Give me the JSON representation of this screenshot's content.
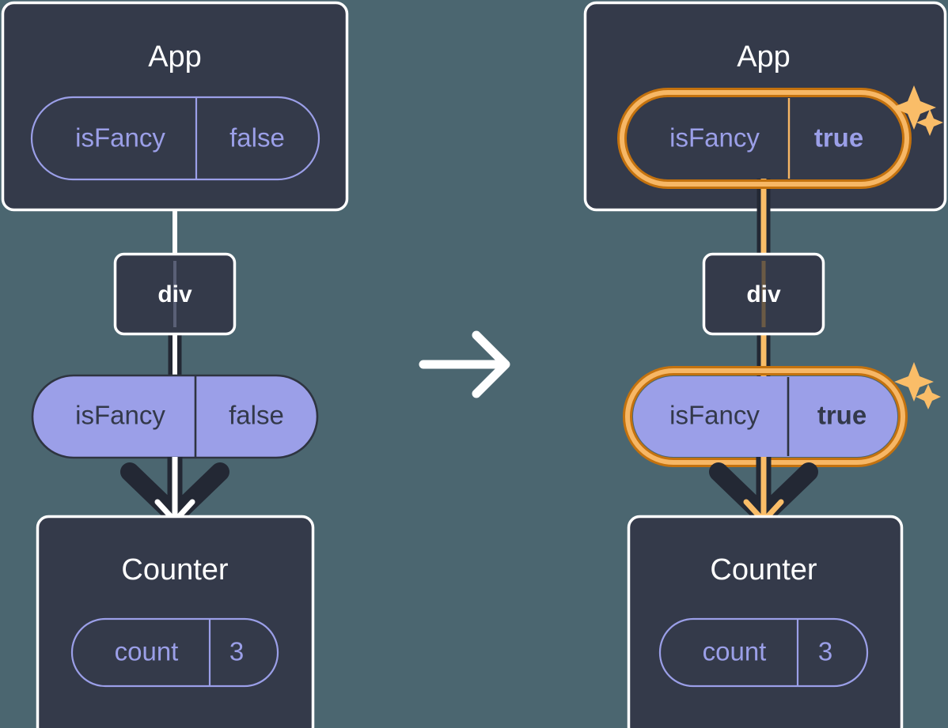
{
  "meta": {
    "background_color": "#4b6670",
    "node_fill": "#343a4a",
    "node_stroke": "#ffffff",
    "accent_purple": "#9b9fe8",
    "accent_orange_outer": "#c4720e",
    "accent_orange_inner": "#f7b765",
    "wire_dark": "#232834"
  },
  "transition": {
    "arrow_icon": "arrow-right-icon",
    "label": "→"
  },
  "left": {
    "app": {
      "title": "App",
      "state": {
        "key": "isFancy",
        "value": "false",
        "highlighted": false,
        "bold_value": false
      }
    },
    "div": {
      "title": "div"
    },
    "prop": {
      "key": "isFancy",
      "value": "false",
      "highlighted": false,
      "bold_value": false
    },
    "counter": {
      "title": "Counter",
      "state": {
        "key": "count",
        "value": "3",
        "highlighted": false,
        "bold_value": false
      }
    }
  },
  "right": {
    "app": {
      "title": "App",
      "state": {
        "key": "isFancy",
        "value": "true",
        "highlighted": true,
        "bold_value": true
      },
      "sparkle_icon": "sparkles-icon"
    },
    "div": {
      "title": "div"
    },
    "prop": {
      "key": "isFancy",
      "value": "true",
      "highlighted": true,
      "bold_value": true,
      "sparkle_icon": "sparkles-icon"
    },
    "counter": {
      "title": "Counter",
      "state": {
        "key": "count",
        "value": "3",
        "highlighted": false,
        "bold_value": false
      }
    }
  }
}
